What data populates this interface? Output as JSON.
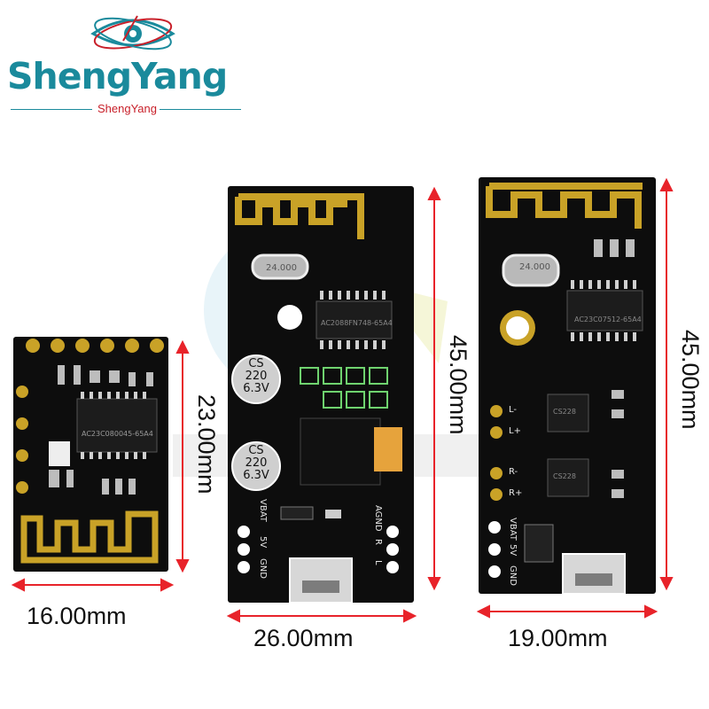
{
  "brand": {
    "name": "ShengYang",
    "tagline": "ShengYang",
    "colors": {
      "teal": "#1a8a9c",
      "red": "#c8202a"
    }
  },
  "boards": [
    {
      "id": "small-module",
      "chip_label": "AC23C080045-65A4",
      "width_label": "16.00mm",
      "height_label": "23.00mm"
    },
    {
      "id": "middle-board",
      "crystal_label": "24.000",
      "chip_label": "AC2088FN748-65A4",
      "capacitor_label_1": [
        "CS",
        "220",
        "6.3V"
      ],
      "capacitor_label_2": [
        "CS",
        "220",
        "6.3V"
      ],
      "pins_left": [
        "VBAT",
        "5V",
        "GND"
      ],
      "pins_right": [
        "AGND",
        "R",
        "L"
      ],
      "width_label": "26.00mm",
      "height_label": "45.00mm"
    },
    {
      "id": "right-board",
      "crystal_label": "24.000",
      "chip_label": "AC23C07512-65A4",
      "amp_chip_1": "CS228",
      "amp_chip_2": "CS228",
      "speaker_pins": [
        "L-",
        "L+",
        "R-",
        "R+"
      ],
      "pins_left": [
        "VBAT",
        "5V",
        "GND"
      ],
      "width_label": "19.00mm",
      "height_label": "45.00mm"
    }
  ],
  "dimension_color": "#e8232a"
}
